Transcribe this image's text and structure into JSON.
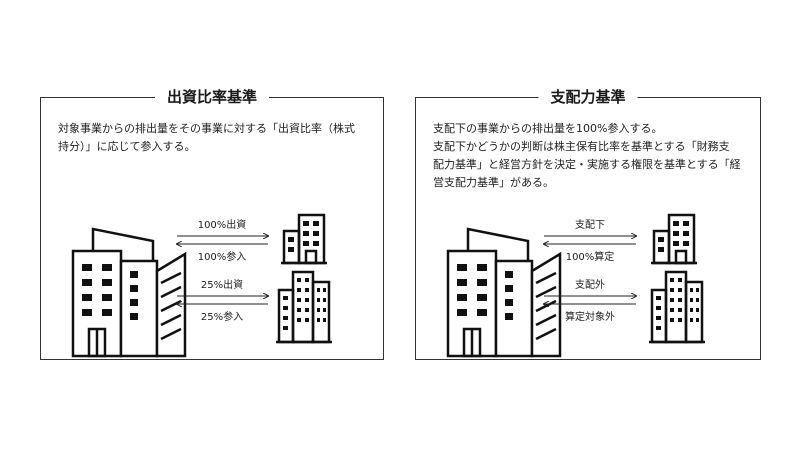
{
  "left_panel": {
    "title": "出資比率基準",
    "description": [
      "対象事業からの排出量をその事業に対する「出資比率（株式",
      "持分）」に応じて参入する。"
    ],
    "flows": [
      {
        "top": "100%出資",
        "bottom": "100%参入"
      },
      {
        "top": "25%出資",
        "bottom": "25%参入"
      }
    ]
  },
  "right_panel": {
    "title": "支配力基準",
    "description": [
      "支配下の事業からの排出量を100%参入する。",
      "支配下かどうかの判断は株主保有比率を基準とする「財務支",
      "配力基準」と経営方針を決定・実施する権限を基準とする「経",
      "営支配力基準」がある。"
    ],
    "flows": [
      {
        "top": "支配下",
        "bottom": "100%算定"
      },
      {
        "top": "支配外",
        "bottom": "算定対象外"
      }
    ]
  },
  "icons": {
    "parent": "office-buildings-icon",
    "small": "small-building-icon",
    "city": "city-buildings-icon"
  },
  "colors": {
    "line": "#222222",
    "border": "#333333"
  }
}
